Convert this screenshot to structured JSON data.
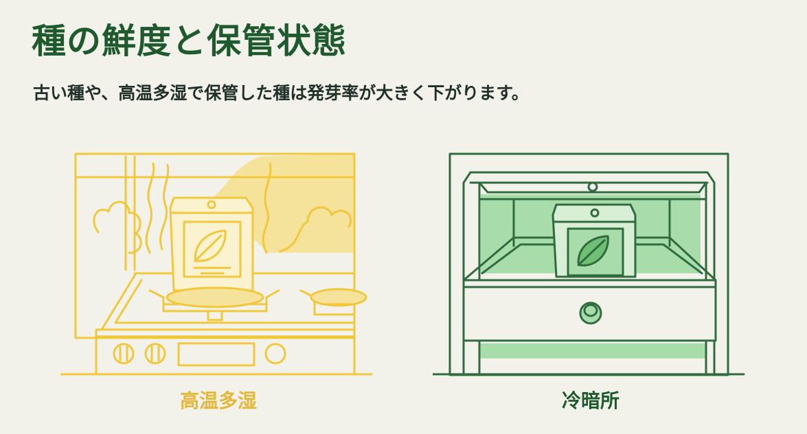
{
  "header": {
    "title": "種の鮮度と保管状態",
    "subtitle": "古い種や、高温多湿で保管した種は発芽率が大きく下がります。"
  },
  "panels": [
    {
      "label": "高温多湿",
      "icon": "hot-humid-stove-icon",
      "accent": "#f1c83c"
    },
    {
      "label": "冷暗所",
      "icon": "cool-dark-drawer-icon",
      "accent": "#2f6b3e"
    }
  ],
  "colors": {
    "title": "#1f5a2f",
    "background": "#f3f2ea",
    "hot_line": "#f1c83c",
    "hot_fill": "#f6e39b",
    "cool_line": "#2f6b3e",
    "cool_fill": "#a9dcab"
  }
}
